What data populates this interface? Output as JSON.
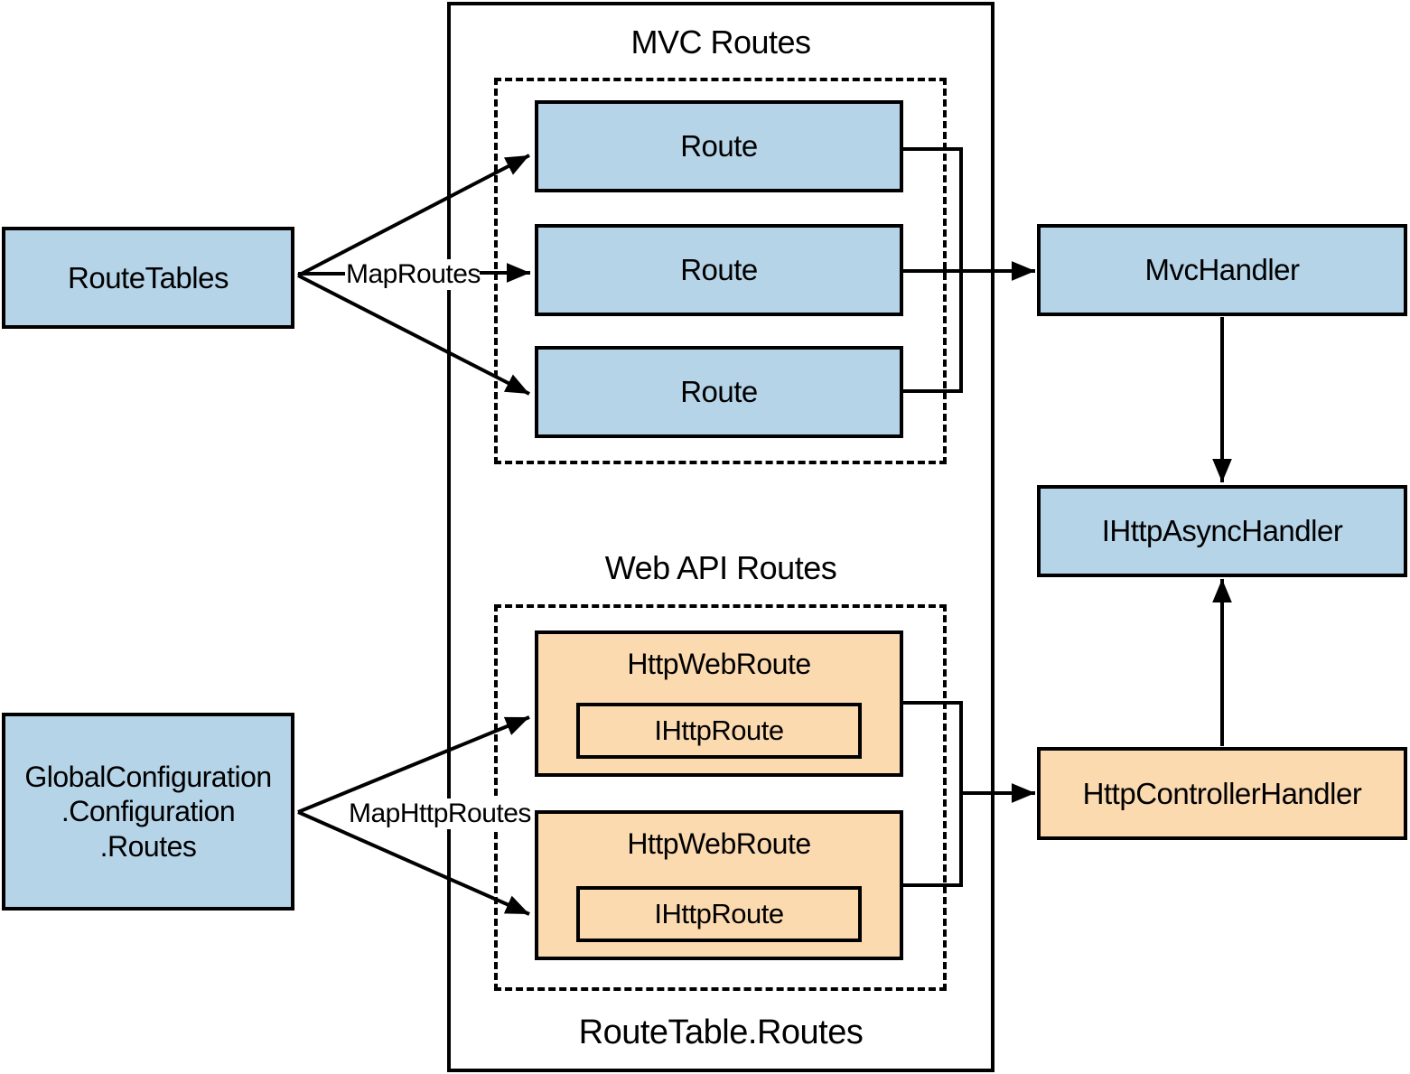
{
  "colors": {
    "box_blue": "#b5d4e8",
    "box_orange": "#fbdab0",
    "line": "#000000",
    "background": "#ffffff"
  },
  "left_column": {
    "route_tables_label": "RouteTables",
    "global_configuration_lines": [
      "GlobalConfiguration",
      ".Configuration",
      ".Routes"
    ]
  },
  "route_table_container": {
    "footer_label": "RouteTable.Routes",
    "mvc_group": {
      "title": "MVC Routes",
      "routes": [
        "Route",
        "Route",
        "Route"
      ]
    },
    "web_api_group": {
      "title": "Web API Routes",
      "routes": [
        {
          "label": "HttpWebRoute",
          "inner_label": "IHttpRoute"
        },
        {
          "label": "HttpWebRoute",
          "inner_label": "IHttpRoute"
        }
      ]
    }
  },
  "handlers": {
    "mvc_handler": "MvcHandler",
    "ihttp_async_handler": "IHttpAsyncHandler",
    "http_controller_handler": "HttpControllerHandler"
  },
  "arrow_labels": {
    "map_routes": "MapRoutes",
    "map_http_routes": "MapHttpRoutes"
  }
}
